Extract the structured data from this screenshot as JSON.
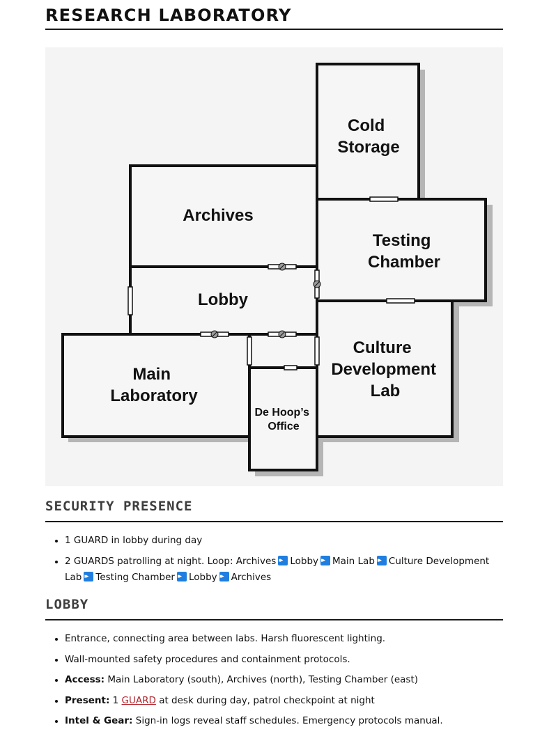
{
  "title": "RESEARCH LABORATORY",
  "floorplan": {
    "rooms": {
      "cold_storage": [
        "Cold",
        "Storage"
      ],
      "archives": [
        "Archives"
      ],
      "testing_chamber": [
        "Testing",
        "Chamber"
      ],
      "lobby": [
        "Lobby"
      ],
      "culture_lab": [
        "Culture",
        "Development",
        "Lab"
      ],
      "main_lab": [
        "Main",
        "Laboratory"
      ],
      "office": [
        "De Hoop’s",
        "Office"
      ]
    }
  },
  "security": {
    "heading": "SECURITY PRESENCE",
    "item1": "1 GUARD in lobby during day",
    "item2_intro": "2 GUARDS patrolling at night. Loop:",
    "loop": [
      "Archives",
      "Lobby",
      "Main Lab",
      "Culture Development Lab",
      "Testing Chamber",
      "Lobby",
      "Archives"
    ]
  },
  "lobby": {
    "heading": "LOBBY",
    "items": [
      "Entrance, connecting area between labs. Harsh fluorescent lighting.",
      "Wall-mounted safety procedures and containment protocols."
    ],
    "access_label": "Access:",
    "access_text": " Main Laboratory (south), Archives (north), Testing Chamber (east)",
    "present_label": "Present:",
    "present_count": " 1 ",
    "present_link": "GUARD",
    "present_rest": " at desk during day, patrol checkpoint at night",
    "intel_label": "Intel & Gear:",
    "intel_text": " Sign-in logs reveal staff schedules. Emergency protocols manual."
  }
}
